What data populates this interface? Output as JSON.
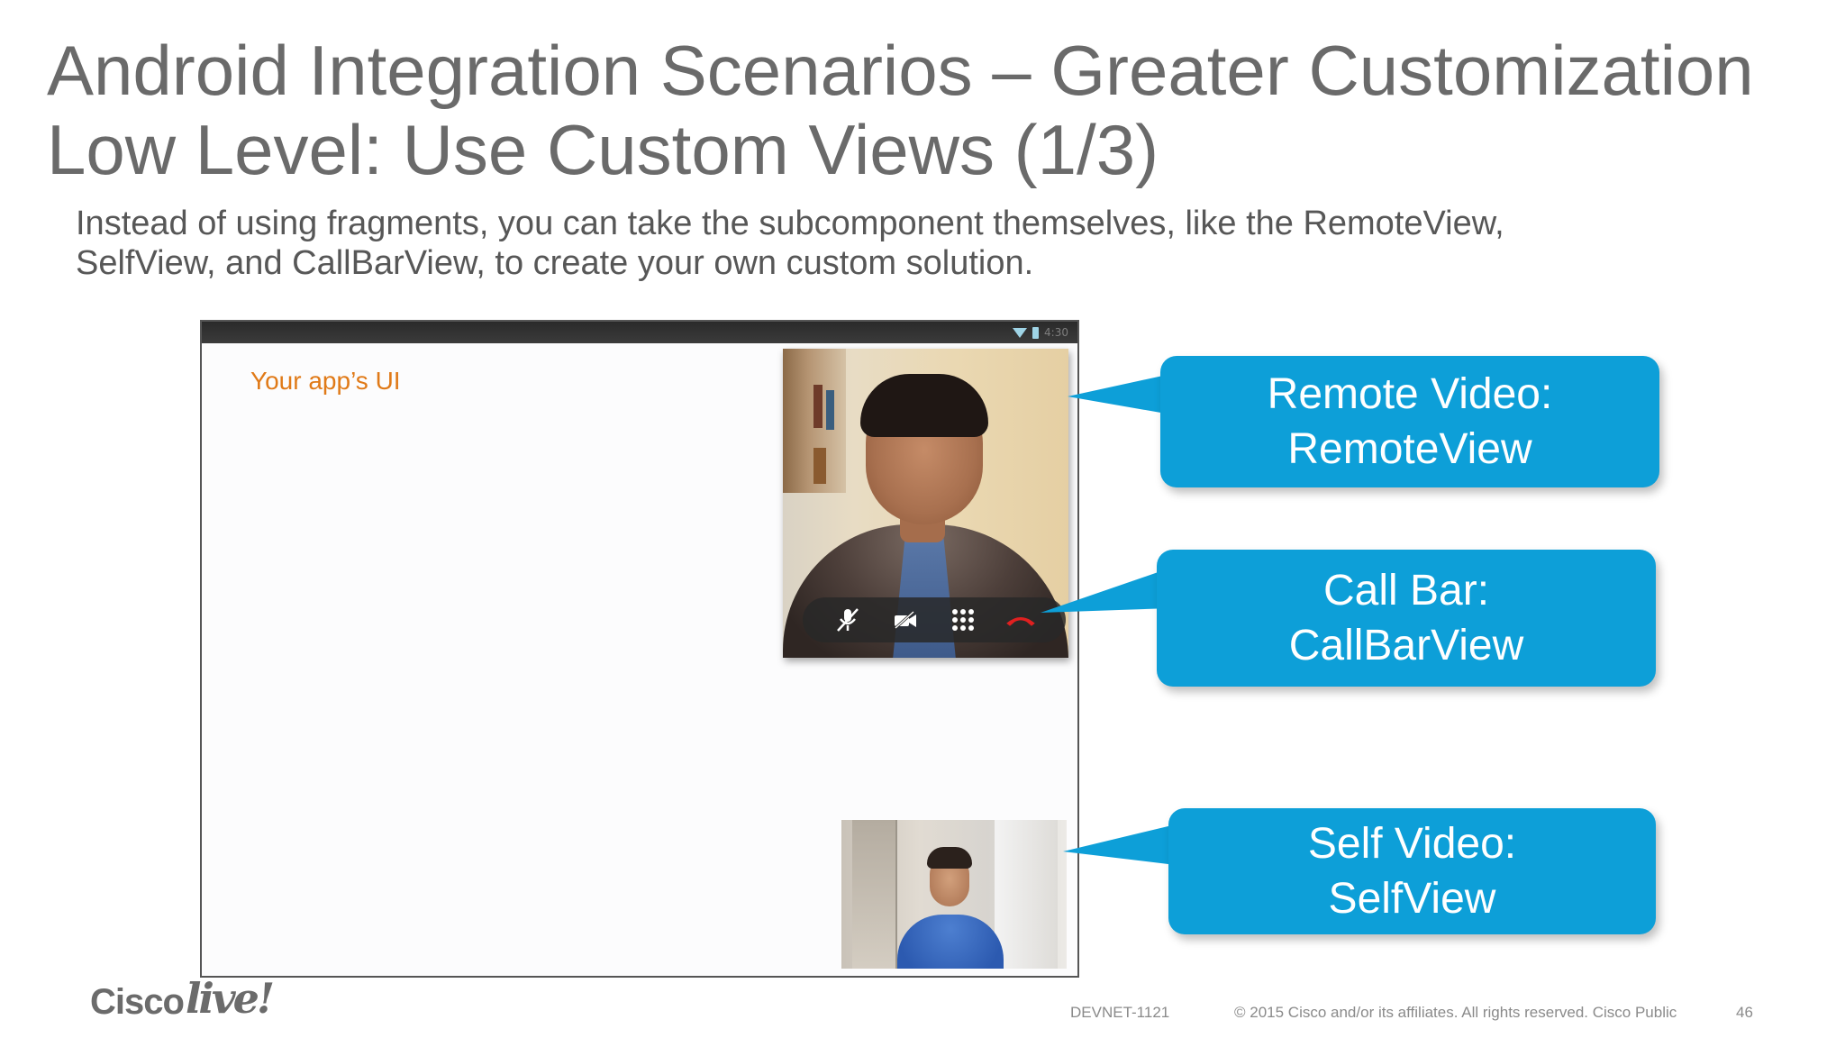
{
  "slide": {
    "title_line1": "Android Integration Scenarios – Greater Customization",
    "title_line2": "Low Level: Use Custom Views (1/3)",
    "body_line1": "Instead of using fragments, you can take the subcomponent themselves, like the RemoteView,",
    "body_line2": "SelfView, and CallBarView, to create your own custom solution."
  },
  "device": {
    "status_time": "4:30",
    "app_ui_label": "Your app’s UI"
  },
  "callouts": [
    {
      "line1": "Remote Video:",
      "line2": "RemoteView"
    },
    {
      "line1": "Call Bar:",
      "line2": "CallBarView"
    },
    {
      "line1": "Self Video:",
      "line2": "SelfView"
    }
  ],
  "icons": {
    "call_bar": [
      "mute-microphone-icon",
      "video-off-icon",
      "dialpad-icon",
      "hang-up-icon"
    ],
    "status_bar": [
      "wifi-icon",
      "battery-icon"
    ]
  },
  "colors": {
    "callout": "#0d9fd8",
    "app_label": "#e07a18",
    "hang_up": "#e02020"
  },
  "footer": {
    "logo_brand": "Cisco",
    "logo_live": "live!",
    "session_code": "DEVNET-1121",
    "copyright": "© 2015  Cisco and/or its affiliates. All rights reserved.   Cisco Public",
    "page_number": "46"
  }
}
